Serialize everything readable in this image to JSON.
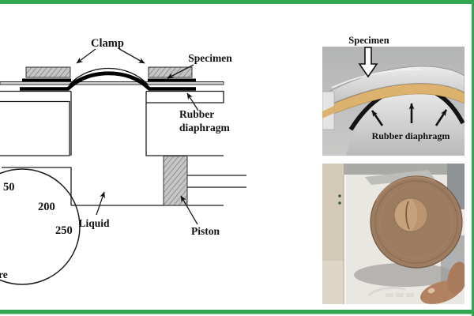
{
  "colors": {
    "border_green": "#32a651",
    "specimen_tan": "#dcb26e",
    "disc_brown": "#9c7c61"
  },
  "left_diagram": {
    "labels": {
      "clamp": "Clamp",
      "specimen": "Specimen",
      "rubber_line1": "Rubber",
      "rubber_line2": "diaphragm",
      "liquid": "Liquid",
      "piston": "Piston",
      "gauge_fragment": "re"
    },
    "gauge_values": [
      "50",
      "200",
      "250"
    ]
  },
  "render_panel": {
    "labels": {
      "specimen": "Specimen",
      "rubber_diaphragm": "Rubber diaphragm"
    }
  }
}
